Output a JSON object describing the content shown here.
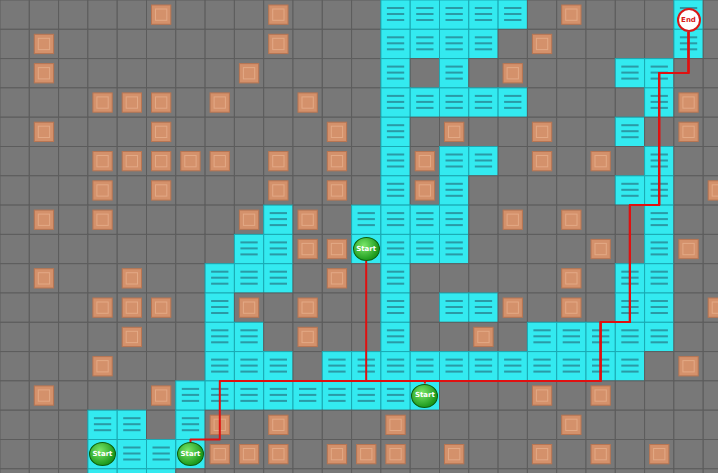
{
  "diagram": {
    "nodes": [
      {
        "text": [
          "End"
        ]
      },
      {
        "text": [
          "Start"
        ]
      },
      {
        "text": [
          "Start"
        ]
      },
      {
        "text": [
          "Start"
        ]
      },
      {
        "text": [
          "Start"
        ]
      }
    ],
    "edges": [
      {
        "from": 1,
        "to": 0,
        "arrow": "none"
      },
      {
        "from": 2,
        "to": 0,
        "arrow": "none"
      },
      {
        "from": 4,
        "to": 0,
        "arrow": "none"
      }
    ]
  }
}
